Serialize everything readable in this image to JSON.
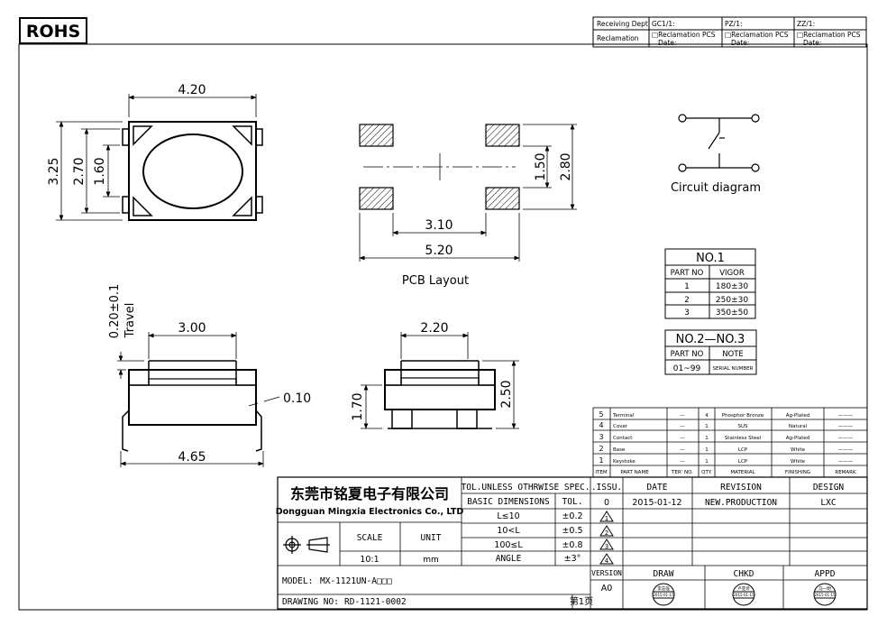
{
  "header": {
    "rohs": "ROHS",
    "receiving_dept": "Receiving Dept",
    "gc": "GC1/1:",
    "pz": "PZ/1:",
    "zz": "ZZ/1:",
    "reclamation": "Reclamation",
    "recl_pcs": "□Reclamation  PCS",
    "date": "Date:"
  },
  "drawing": {
    "top_width": "4.20",
    "height_325": "3.25",
    "height_270": "2.70",
    "height_160": "1.60",
    "pcb_150": "1.50",
    "pcb_280": "2.80",
    "pcb_310": "3.10",
    "pcb_520": "5.20",
    "pcb_label": "PCB Layout",
    "circuit_label": "Circuit diagram",
    "travel_label": "0.20±0.1",
    "travel_word": "Travel",
    "side_300": "3.00",
    "side_010": "0.10",
    "side_465": "4.65",
    "front_220": "2.20",
    "front_170": "1.70",
    "front_250": "2.50"
  },
  "no1": {
    "title": "NO.1",
    "head": [
      "PART NO",
      "VIGOR"
    ],
    "rows": [
      [
        "1",
        "180±30"
      ],
      [
        "2",
        "250±30"
      ],
      [
        "3",
        "350±50"
      ]
    ]
  },
  "no23": {
    "title": "NO.2—NO.3",
    "head": [
      "PART NO",
      "NOTE"
    ],
    "row": [
      "01~99",
      "SERIAL NUMBER"
    ]
  },
  "bom": {
    "rows": [
      [
        "5",
        "Terminal",
        "—",
        "4",
        "Phosphor Bronze",
        "Ag-Plated",
        "———"
      ],
      [
        "4",
        "Cover",
        "—",
        "1",
        "SUS",
        "Natural",
        "———"
      ],
      [
        "3",
        "Contact",
        "—",
        "1",
        "Stainless Steel",
        "Ag-Plated",
        "———"
      ],
      [
        "2",
        "Base",
        "—",
        "1",
        "LCP",
        "White",
        "———"
      ],
      [
        "1",
        "Keystoke",
        "—",
        "1",
        "LCP",
        "White",
        "———"
      ]
    ],
    "head": [
      "ITEM",
      "PART NAME",
      "TER' NO.",
      "QTY.",
      "MATERIAL",
      "FINISHING",
      "REMARK"
    ]
  },
  "title_block": {
    "company_cn": "东莞市铭夏电子有限公司",
    "company_en": "Dongguan Mingxia Electronics Co., LTD",
    "tol_header": "TOL.UNLESS OTHRWISE SPEC.",
    "basic_dim": "BASIC DIMENSIONS",
    "tol": "TOL.",
    "tol_rows": [
      [
        "L≤10",
        "±0.2"
      ],
      [
        "10<L",
        "±0.5"
      ],
      [
        "100≤L",
        "±0.8"
      ],
      [
        "ANGLE",
        "±3°"
      ]
    ],
    "scale_label": "SCALE",
    "unit_label": "UNIT",
    "scale": "10:1",
    "unit": "mm",
    "model_label": "MODEL:",
    "model": "MX-1121UN-A□□□",
    "drawing_label": "DRAWING NO:",
    "drawing_no": "RD-1121-0002",
    "page": "第1页",
    "issu": ".ISSU.",
    "date_h": "DATE",
    "revision_h": "REVISION",
    "design_h": "DESIGN",
    "issue": "0",
    "date": "2015-01-12",
    "revision": "NEW.PRODUCTION",
    "design": "LXC",
    "rev_marks": [
      "1",
      "2",
      "3",
      "4"
    ],
    "version_label": "VERSION",
    "version": "A0",
    "draw": "DRAW",
    "chkd": "CHKD",
    "appd": "APPD",
    "stamp_draw": "李志强",
    "stamp_chkd": "卢亚玲",
    "stamp_appd": "马一明",
    "stamp_date": "2015-01-15"
  }
}
